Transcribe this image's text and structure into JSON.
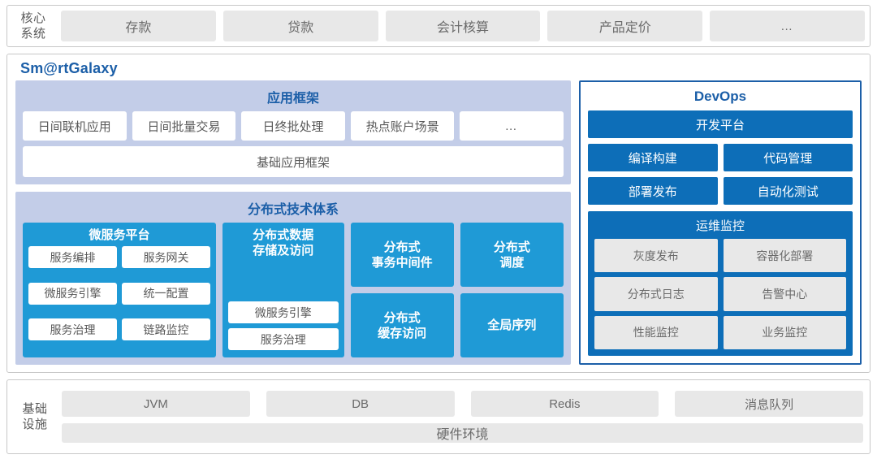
{
  "core_systems": {
    "label": "核心\n系统",
    "label_line1": "核心",
    "label_line2": "系统",
    "items": [
      {
        "label": "存款"
      },
      {
        "label": "贷款"
      },
      {
        "label": "会计核算"
      },
      {
        "label": "产品定价"
      },
      {
        "label": "…"
      }
    ]
  },
  "platform": {
    "brand": "Sm@rtGalaxy",
    "app_framework": {
      "title": "应用框架",
      "items": [
        {
          "label": "日间联机应用"
        },
        {
          "label": "日间批量交易"
        },
        {
          "label": "日终批处理"
        },
        {
          "label": "热点账户场景"
        },
        {
          "label": "…"
        }
      ],
      "base": {
        "label": "基础应用框架"
      }
    },
    "distributed": {
      "title": "分布式技术体系",
      "microservice": {
        "title": "微服务平台",
        "items": [
          {
            "label": "服务编排"
          },
          {
            "label": "服务网关"
          },
          {
            "label": "微服务引擎"
          },
          {
            "label": "统一配置"
          },
          {
            "label": "服务治理"
          },
          {
            "label": "链路监控"
          }
        ]
      },
      "storage": {
        "title": "分布式数据\n存储及访问",
        "title_line1": "分布式数据",
        "title_line2": "存储及访问",
        "items": [
          {
            "label": "微服务引擎"
          },
          {
            "label": "服务治理"
          }
        ]
      },
      "solo_cards": [
        {
          "line1": "分布式",
          "line2": "事务中间件"
        },
        {
          "line1": "分布式",
          "line2": "调度"
        },
        {
          "line1": "分布式",
          "line2": "缓存访问"
        },
        {
          "line1": "全局序列",
          "line2": ""
        }
      ]
    }
  },
  "devops": {
    "title": "DevOps",
    "platform": {
      "label": "开发平台"
    },
    "items": [
      {
        "label": "编译构建"
      },
      {
        "label": "代码管理"
      },
      {
        "label": "部署发布"
      },
      {
        "label": "自动化测试"
      }
    ],
    "monitoring": {
      "title": "运维监控",
      "items": [
        {
          "label": "灰度发布"
        },
        {
          "label": "容器化部署"
        },
        {
          "label": "分布式日志"
        },
        {
          "label": "告警中心"
        },
        {
          "label": "性能监控"
        },
        {
          "label": "业务监控"
        }
      ]
    }
  },
  "infrastructure": {
    "label_line1": "基础",
    "label_line2": "设施",
    "items": [
      {
        "label": "JVM"
      },
      {
        "label": "DB"
      },
      {
        "label": "Redis"
      },
      {
        "label": "消息队列"
      }
    ],
    "hardware": {
      "label": "硬件环境"
    }
  },
  "colors": {
    "brand_blue": "#1c5fa8",
    "accent_cyan": "#1f9ad6",
    "devops_blue": "#0d6eb8",
    "lavender": "#c3cde8",
    "chip_gray": "#e8e8e8",
    "border_gray": "#c8c8c8"
  }
}
